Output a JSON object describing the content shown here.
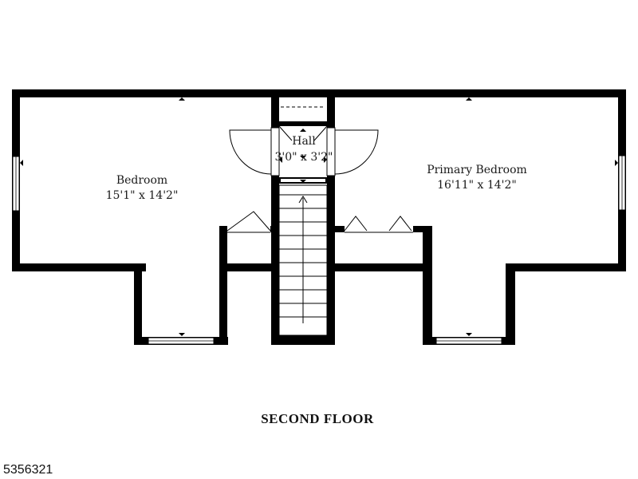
{
  "floor_title": "SECOND FLOOR",
  "listing_id": "5356321",
  "rooms": [
    {
      "name": "Bedroom",
      "dimensions": "15'1\" x 14'2\""
    },
    {
      "name": "Hall",
      "dimensions": "3'0\" x 3'2\""
    },
    {
      "name": "Primary Bedroom",
      "dimensions": "16'11\" x 14'2\""
    }
  ],
  "colors": {
    "wall": "#000000",
    "background": "#ffffff",
    "text": "#1a1a1a"
  }
}
